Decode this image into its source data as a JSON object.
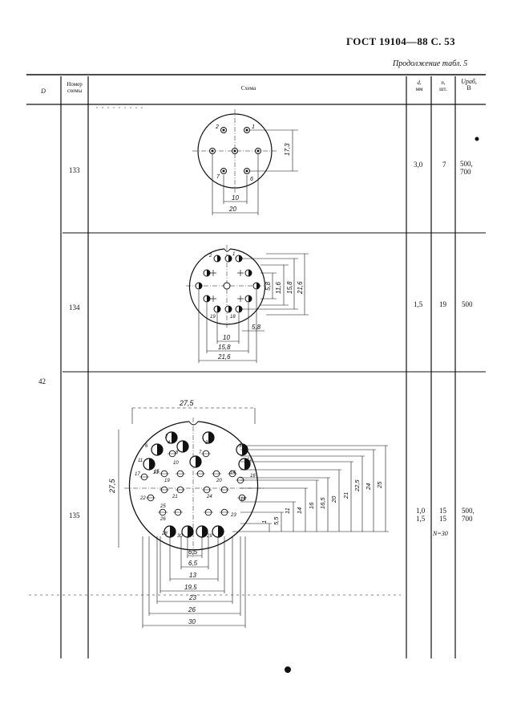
{
  "page": {
    "header": "ГОСТ  19104—88  С. 53",
    "continuation": "Продолжение табл. 5"
  },
  "table": {
    "headers": {
      "d": "D",
      "scheme_number": [
        "Номер",
        "схемы"
      ],
      "scheme": "Схема",
      "d_mm": [
        "d,",
        "мм"
      ],
      "n_pcs": [
        "n,",
        "шт."
      ],
      "u_work": [
        "Uраб,",
        "В"
      ]
    },
    "group_d": "42",
    "rows": [
      {
        "number": "133",
        "d": "3,0",
        "n": "7",
        "u": [
          "500,",
          "700"
        ]
      },
      {
        "number": "134",
        "d": "1,5",
        "n": "19",
        "u": [
          "500"
        ]
      },
      {
        "number": "135",
        "d": [
          "1,0",
          "1,5"
        ],
        "n": [
          "15",
          "15"
        ],
        "n_total": "N=30",
        "u": [
          "500,",
          "700"
        ]
      }
    ]
  },
  "schemes": {
    "s133": {
      "pins": [
        "2",
        "1",
        "7",
        "6"
      ],
      "dims": [
        "10",
        "20",
        "17,3"
      ]
    },
    "s134": {
      "pins": [
        "2",
        "1",
        "19",
        "18"
      ],
      "dims": [
        "10",
        "15,8",
        "21,6",
        "5,8",
        "5,8",
        "11,6",
        "15,8",
        "21,6"
      ]
    },
    "s135": {
      "pins": [
        "1",
        "2",
        "3",
        "4",
        "5",
        "6",
        "7",
        "8",
        "9",
        "10",
        "11",
        "12",
        "13",
        "14",
        "15",
        "16",
        "17",
        "18",
        "19",
        "20",
        "21",
        "22",
        "23",
        "24",
        "25",
        "26",
        "27",
        "28",
        "29",
        "30"
      ],
      "top_dim": "27,5",
      "left_dim": "27,5",
      "bottom_dims": [
        "6,5",
        "6,5",
        "13",
        "19,5",
        "23",
        "26",
        "30"
      ],
      "right_dims": [
        "1",
        "5,5",
        "11",
        "14",
        "16",
        "16,5",
        "20",
        "21",
        "22,5",
        "24",
        "25"
      ]
    }
  }
}
